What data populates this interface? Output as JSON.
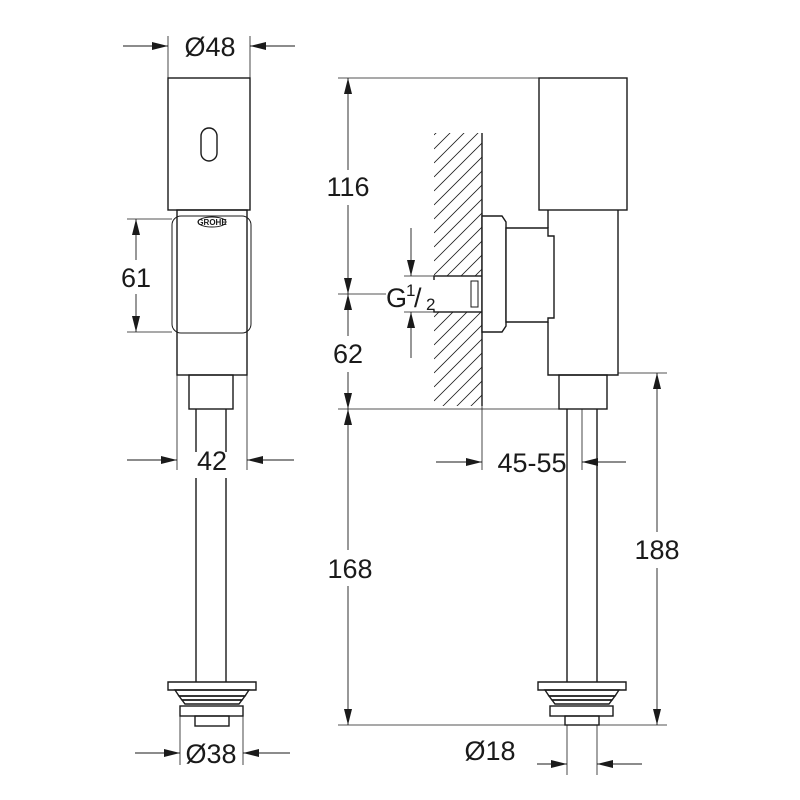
{
  "dimensions": {
    "top_diameter": "48",
    "body_height": "61",
    "body_width": "42",
    "bottom_diameter": "38",
    "upper_height": "116",
    "lower_height": "62",
    "pipe_length": "168",
    "total_length": "188",
    "wall_distance": "45-55",
    "pipe_diameter": "18"
  },
  "thread": {
    "letter": "G",
    "numerator": "1",
    "slash": "/",
    "denominator": "2"
  },
  "diameter_symbol": "Ø",
  "brand_logo": "GROHE",
  "icons": [
    "sensor-window-icon",
    "brand-logo-icon",
    "wall-hatching"
  ]
}
